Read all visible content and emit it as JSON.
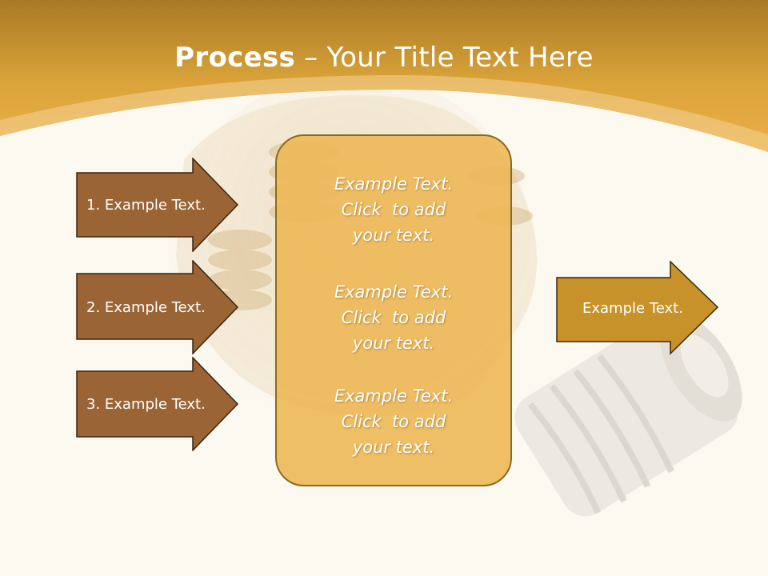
{
  "header": {
    "title_bold": "Process",
    "title_rest": " – Your Title Text Here"
  },
  "left_arrows": [
    {
      "label": "1. Example Text."
    },
    {
      "label": "2. Example Text."
    },
    {
      "label": "3. Example Text."
    }
  ],
  "center_box": {
    "blocks": [
      {
        "lines": [
          "Example Text.",
          "Click  to add",
          "your text."
        ]
      },
      {
        "lines": [
          "Example Text.",
          "Click  to add",
          "your text."
        ]
      },
      {
        "lines": [
          "Example Text.",
          "Click  to add",
          "your text."
        ]
      }
    ]
  },
  "right_arrow": {
    "label": "Example Text."
  },
  "colors": {
    "header_gold": "#e8ad3c",
    "left_arrow_fill": "#9a6434",
    "right_arrow_fill": "#c8922a",
    "center_box_fill": "#edb856"
  }
}
